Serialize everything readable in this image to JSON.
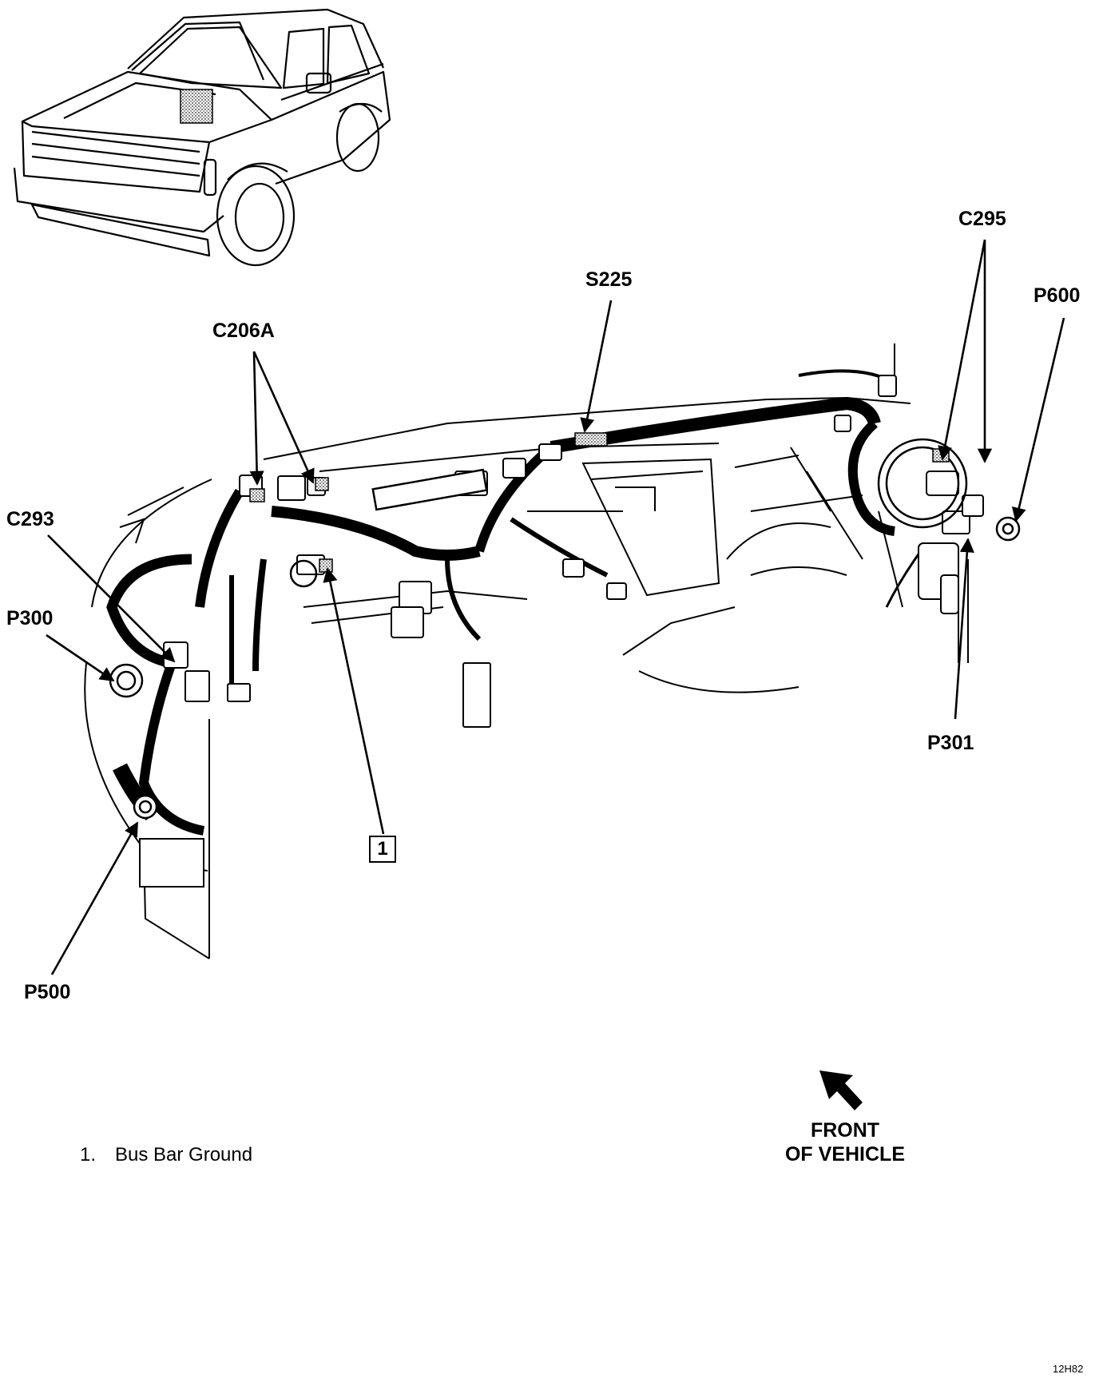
{
  "labels": {
    "c295": "C295",
    "s225": "S225",
    "p600": "P600",
    "c206a": "C206A",
    "c293": "C293",
    "p300": "P300",
    "p301": "P301",
    "p500": "P500"
  },
  "callout": {
    "number": "1"
  },
  "legend": [
    {
      "number": "1.",
      "text": "Bus Bar Ground"
    }
  ],
  "orientation": {
    "line1": "FRONT",
    "line2": "OF VEHICLE"
  },
  "figure_id": "12H82",
  "icons": [
    "vehicle-locator-icon",
    "front-arrow-icon"
  ]
}
